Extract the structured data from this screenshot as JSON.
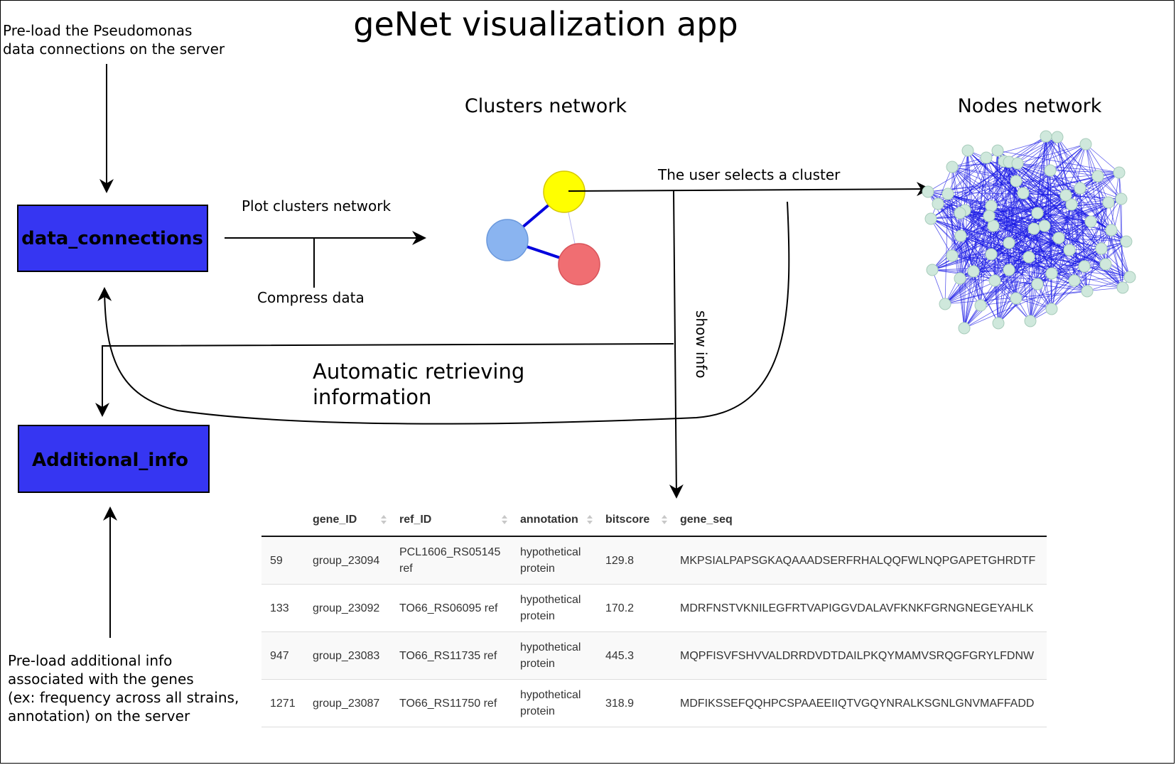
{
  "title": "geNet visualization app",
  "notes": {
    "preload_connections": [
      "Pre-load the Pseudomonas",
      "data connections on the server"
    ],
    "preload_additional": [
      "Pre-load  additional info",
      "associated with the genes",
      "(ex: frequency across all strains,",
      "annotation) on the server"
    ],
    "plot_clusters": "Plot clusters network",
    "compress": "Compress data",
    "user_selects": "The user selects a cluster",
    "show_info": "show info",
    "auto_retrieve": [
      "Automatic retrieving",
      "information"
    ]
  },
  "boxes": {
    "data_connections": "data_connections",
    "additional_info": "Additional_info"
  },
  "networks": {
    "clusters_title": "Clusters network",
    "nodes_title": "Nodes network"
  },
  "colors": {
    "box_fill": "#3636f2",
    "edge_blue": "#0000dd",
    "cluster_yellow": "#ffff00",
    "cluster_blue": "#8ab4f0",
    "cluster_red": "#f06e72",
    "node_fill": "#cfe8dc"
  },
  "table": {
    "columns": [
      "",
      "gene_ID",
      "ref_ID",
      "annotation",
      "bitscore",
      "gene_seq"
    ],
    "rows": [
      [
        "59",
        "group_23094",
        "PCL1606_RS05145 ref",
        "hypothetical protein",
        "129.8",
        "MKPSIALPAPSGKAQAAADSERFRHALQQFWLNQPGAPETGHRDTF"
      ],
      [
        "133",
        "group_23092",
        "TO66_RS06095 ref",
        "hypothetical protein",
        "170.2",
        "MDRFNSTVKNILEGFRTVAPIGGVDALAVFKNKFGRNGNEGEYAHLK"
      ],
      [
        "947",
        "group_23083",
        "TO66_RS11735 ref",
        "hypothetical protein",
        "445.3",
        "MQPFISVFSHVVALDRRDVDTDAILPKQYMAMVSRQGFGRYLFDNW"
      ],
      [
        "1271",
        "group_23087",
        "TO66_RS11750 ref",
        "hypothetical protein",
        "318.9",
        "MDFIKSSEFQQHPCSPAAEEIIQTVGQYNRALKSGNLGNVMAFFADD"
      ]
    ]
  }
}
